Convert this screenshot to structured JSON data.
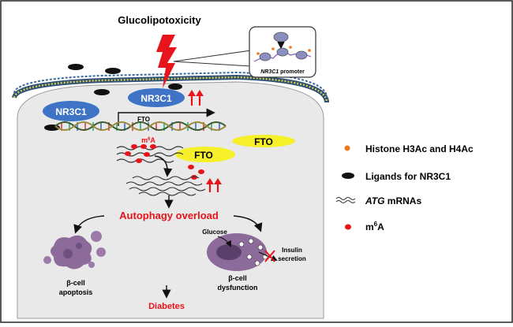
{
  "title": "Glucolipotoxicity",
  "promoter_label": "NR3C1 promoter",
  "nr3c1_left": "NR3C1",
  "nr3c1_center": "NR3C1",
  "fto_gene": "FTO",
  "fto_protein_1": "FTO",
  "fto_protein_2": "FTO",
  "m6a_mark": "m6A",
  "autophagy": "Autophagy overload",
  "glucose": "Glucose",
  "insulin_secretion": [
    "Insulin",
    "secretion"
  ],
  "apoptosis": [
    "β-cell",
    "apoptosis"
  ],
  "dysfunction": [
    "β-cell",
    "dysfunction"
  ],
  "diabetes": "Diabetes",
  "legend": [
    {
      "label": "Histone H3Ac and H4Ac",
      "symbol": "orange-dot"
    },
    {
      "label": "Ligands for NR3C1",
      "symbol": "black-oval"
    },
    {
      "label_italic": "ATG",
      "label_rest": " mRNAs",
      "symbol": "wavy-lines"
    },
    {
      "label": "m6A",
      "symbol": "red-dot"
    }
  ],
  "colors": {
    "red": "#e8141b",
    "nr3c1_blue": "#3e73c6",
    "fto_yellow": "#f6f02a",
    "cell_fill": "#e9e9e9",
    "orange": "#f07a1c",
    "purple": "#8c6a9a"
  }
}
